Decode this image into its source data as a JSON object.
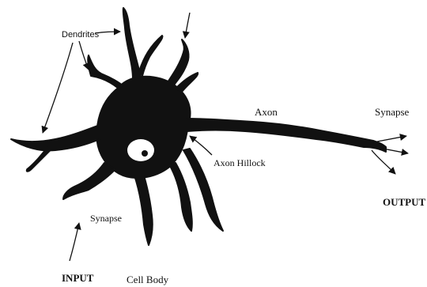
{
  "labels": {
    "dendrites": "Dendrites",
    "axon": "Axon",
    "synapse_output": "Synapse",
    "axon_hillock": "Axon Hillock",
    "output": "OUTPUT",
    "synapse_input": "Synapse",
    "input": "INPUT",
    "cell_body": "Cell Body"
  },
  "colors": {
    "ink": "#111111",
    "background": "#ffffff",
    "nucleus": "#ffffff"
  }
}
